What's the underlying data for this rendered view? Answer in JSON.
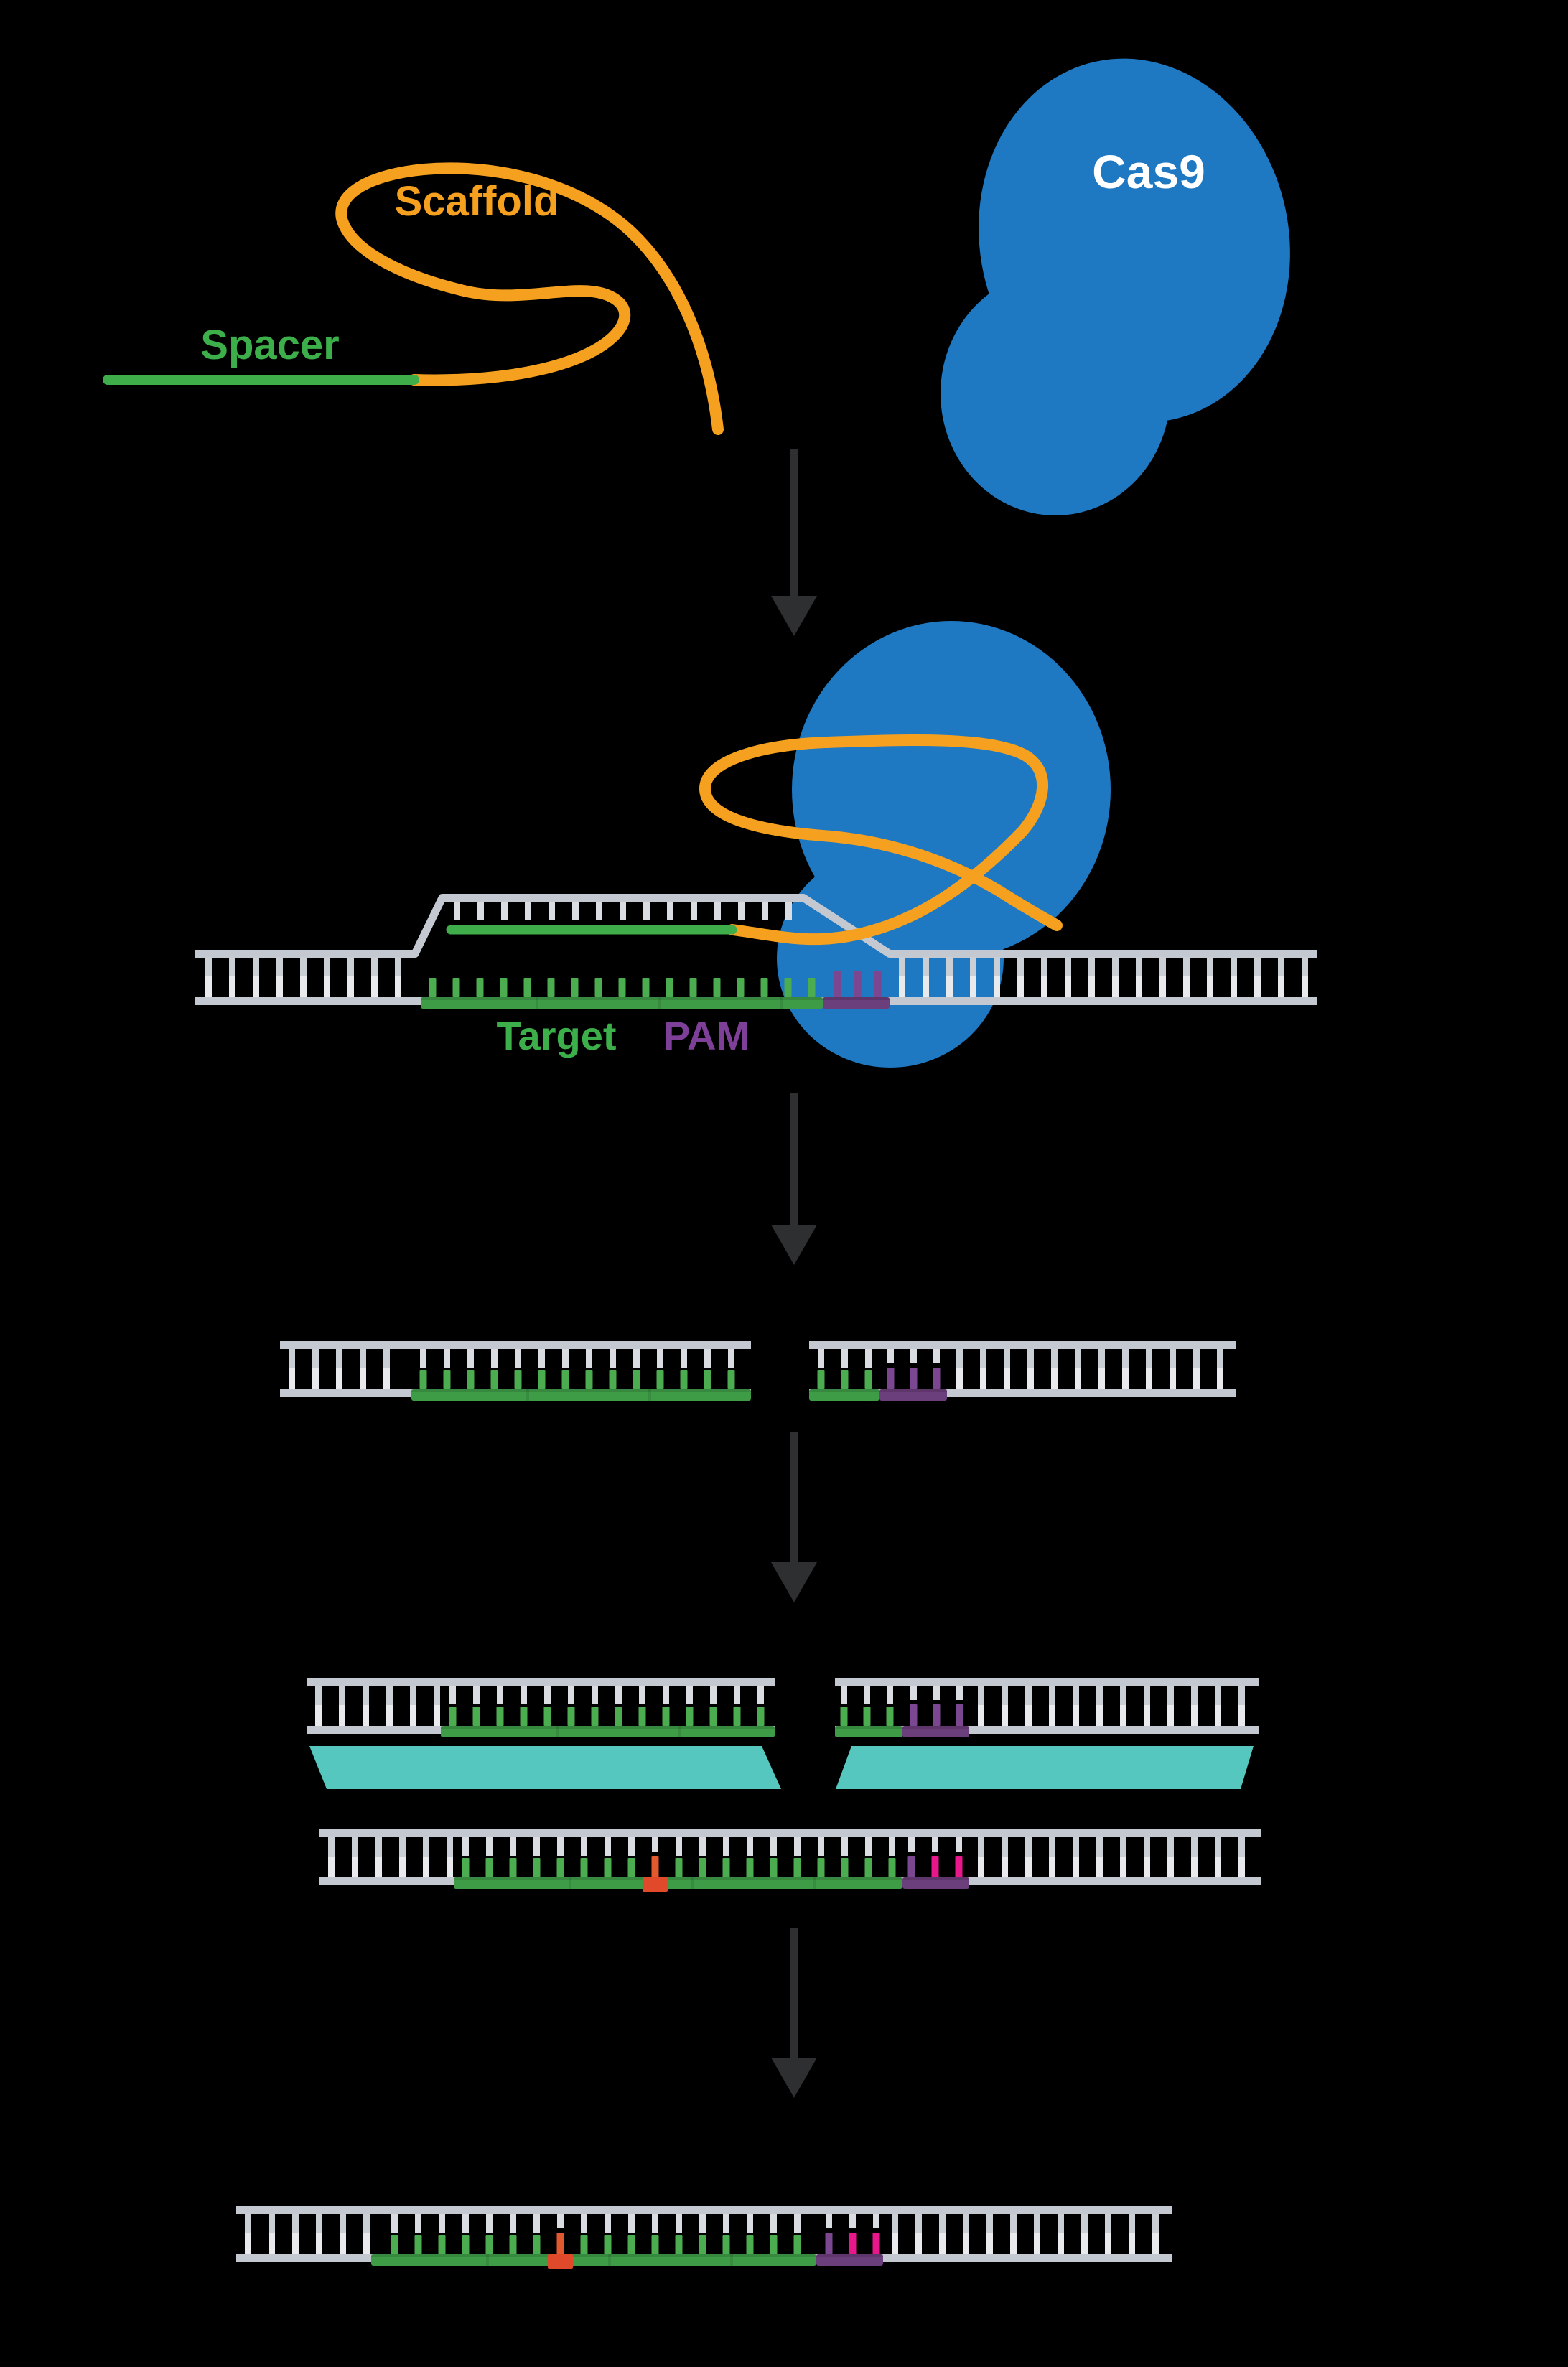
{
  "labels": {
    "scaffold": "Scaffold",
    "spacer": "Spacer",
    "cas9": "Cas9",
    "target": "Target",
    "pam": "PAM"
  },
  "colors": {
    "background": "#000000",
    "scaffold_orange": "#F5A01F",
    "spacer_green_line": "#3FAE4A",
    "green_label": "#3CAE4A",
    "green_bar": "#3E9C47",
    "green_tick": "#4BAD50",
    "cas9_blue": "#1E78C2",
    "cas9_text_white": "#FFFFFF",
    "pam_purple_bar": "#6B3E7C",
    "pam_purple_tick": "#7B4791",
    "pam_label_purple": "#7E3F99",
    "pink_tick": "#E8178C",
    "edit_orange_block": "#E0492A",
    "edit_orange_tick": "#E2582F",
    "repair_template_teal": "#56C7BF",
    "dna_rail_gray": "#C4C9D1",
    "dna_rung_upper_gray": "#CACFD6",
    "dna_rung_lower_gray": "#E8EAED",
    "dna_rung_hanging_gray": "#D9DCE0",
    "arrow_dark": "#2D2F31"
  }
}
